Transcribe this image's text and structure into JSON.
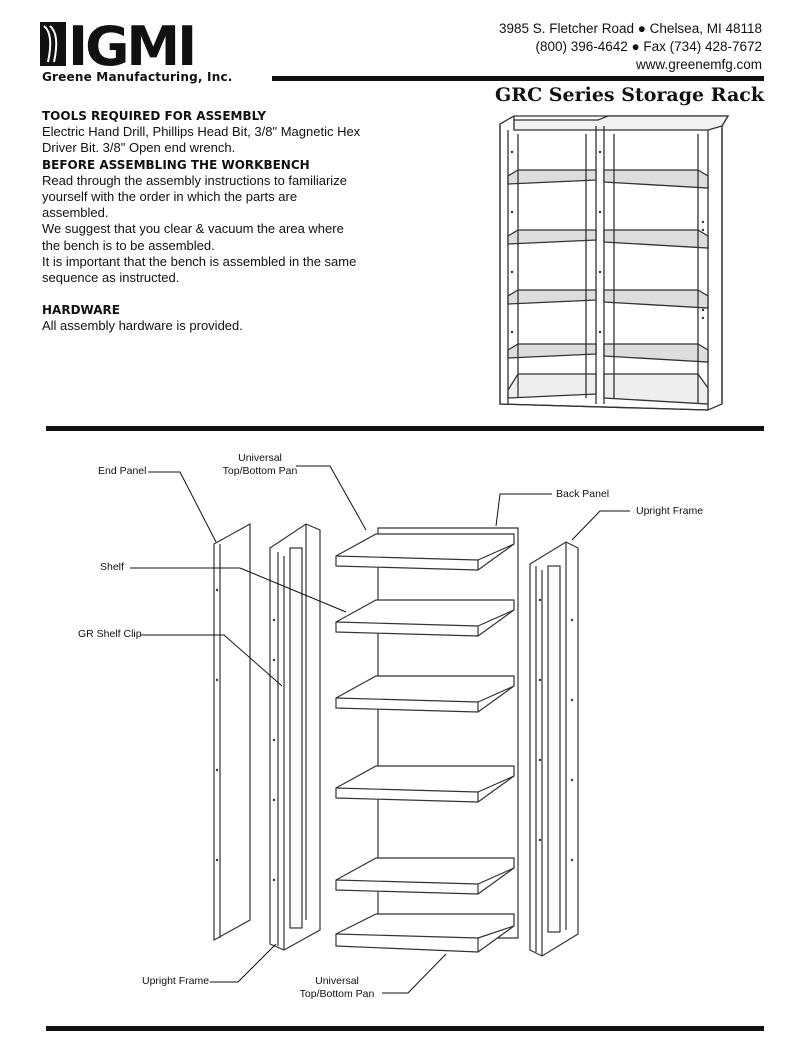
{
  "brand": {
    "logo_text": "IGMI",
    "company_name": "Greene Manufacturing, Inc."
  },
  "contact": {
    "address": "3985 S. Fletcher Road ● Chelsea, MI  48118",
    "phone_fax": "(800) 396-4642 ● Fax (734) 428-7672",
    "website": "www.greenemfg.com"
  },
  "document": {
    "title": "GRC Series Storage Rack"
  },
  "instructions": {
    "tools_heading": "TOOLS REQUIRED FOR ASSEMBLY",
    "tools_text": "Electric Hand Drill, Phillips Head Bit, 3/8\" Magnetic Hex Driver Bit. 3/8\" Open end wrench.",
    "before_heading": "BEFORE ASSEMBLING THE WORKBENCH",
    "before_text_1": "Read through the assembly instructions to familiarize yourself with the order in which the parts are assembled.",
    "before_text_2": "We suggest that you clear & vacuum the area where the bench is to be assembled.",
    "before_text_3": "It is important that the bench is assembled in the same sequence as instructed.",
    "hardware_heading": "HARDWARE",
    "hardware_text": "All assembly hardware is provided."
  },
  "diagram_labels": {
    "end_panel": "End Panel",
    "universal_top_line1": "Universal",
    "universal_top_line2": "Top/Bottom Pan",
    "back_panel": "Back Panel",
    "upright_frame_right": "Upright Frame",
    "shelf": "Shelf",
    "gr_shelf_clip": "GR Shelf Clip",
    "upright_frame_left": "Upright Frame",
    "universal_bottom_line1": "Universal",
    "universal_bottom_line2": "Top/Bottom Pan"
  }
}
